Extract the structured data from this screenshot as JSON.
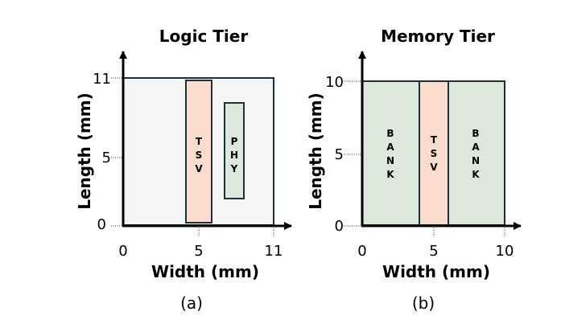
{
  "panels": [
    {
      "title": "Logic Tier",
      "caption": "(a)",
      "xlabel": "Width (mm)",
      "ylabel": "Length (mm)",
      "x_ticks": [
        "0",
        "5",
        "11"
      ],
      "y_ticks": [
        "0",
        "5",
        "11"
      ],
      "blocks": [
        {
          "label": "TSV",
          "letters": [
            "T",
            "S",
            "V"
          ],
          "x": [
            4.5,
            6.3
          ],
          "y": [
            0.2,
            10.8
          ],
          "color": "#f9dccc"
        },
        {
          "label": "PHY",
          "letters": [
            "P",
            "H",
            "Y"
          ],
          "x": [
            7.0,
            8.4
          ],
          "y": [
            2.0,
            9.0
          ],
          "color": "#dde8dc"
        }
      ],
      "die_color": "#f5f5f5"
    },
    {
      "title": "Memory Tier",
      "caption": "(b)",
      "xlabel": "Width (mm)",
      "ylabel": "Length (mm)",
      "x_ticks": [
        "0",
        "5",
        "10"
      ],
      "y_ticks": [
        "0",
        "5",
        "10"
      ],
      "blocks": [
        {
          "label": "BANK",
          "letters": [
            "B",
            "A",
            "N",
            "K"
          ],
          "x": [
            0,
            4
          ],
          "y": [
            0,
            10
          ],
          "color": "#dde8dc"
        },
        {
          "label": "TSV",
          "letters": [
            "T",
            "S",
            "V"
          ],
          "x": [
            4,
            6
          ],
          "y": [
            0,
            10
          ],
          "color": "#f9dccc"
        },
        {
          "label": "BANK",
          "letters": [
            "B",
            "A",
            "N",
            "K"
          ],
          "x": [
            6,
            10
          ],
          "y": [
            0,
            10
          ],
          "color": "#dde8dc"
        }
      ],
      "die_color": "#dde8dc"
    }
  ]
}
